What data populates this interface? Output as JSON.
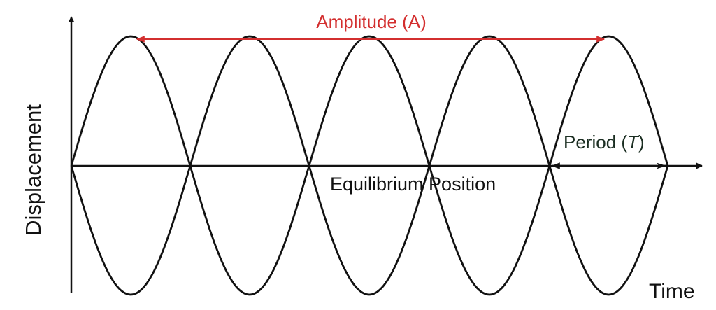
{
  "diagram": {
    "y_axis_label": "Displacement",
    "x_axis_label": "Time",
    "equilibrium_label": "Equilibrium Position",
    "amplitude_label": "Amplitude (A)",
    "period_label_prefix": "Period (",
    "period_label_symbol": "T",
    "period_label_suffix": ")"
  },
  "colors": {
    "curve": "#111111",
    "axis": "#111111",
    "amplitude_annotation": "#d32f2f",
    "text": "#111111",
    "period_text": "#1b2e22",
    "background": "#ffffff"
  }
}
